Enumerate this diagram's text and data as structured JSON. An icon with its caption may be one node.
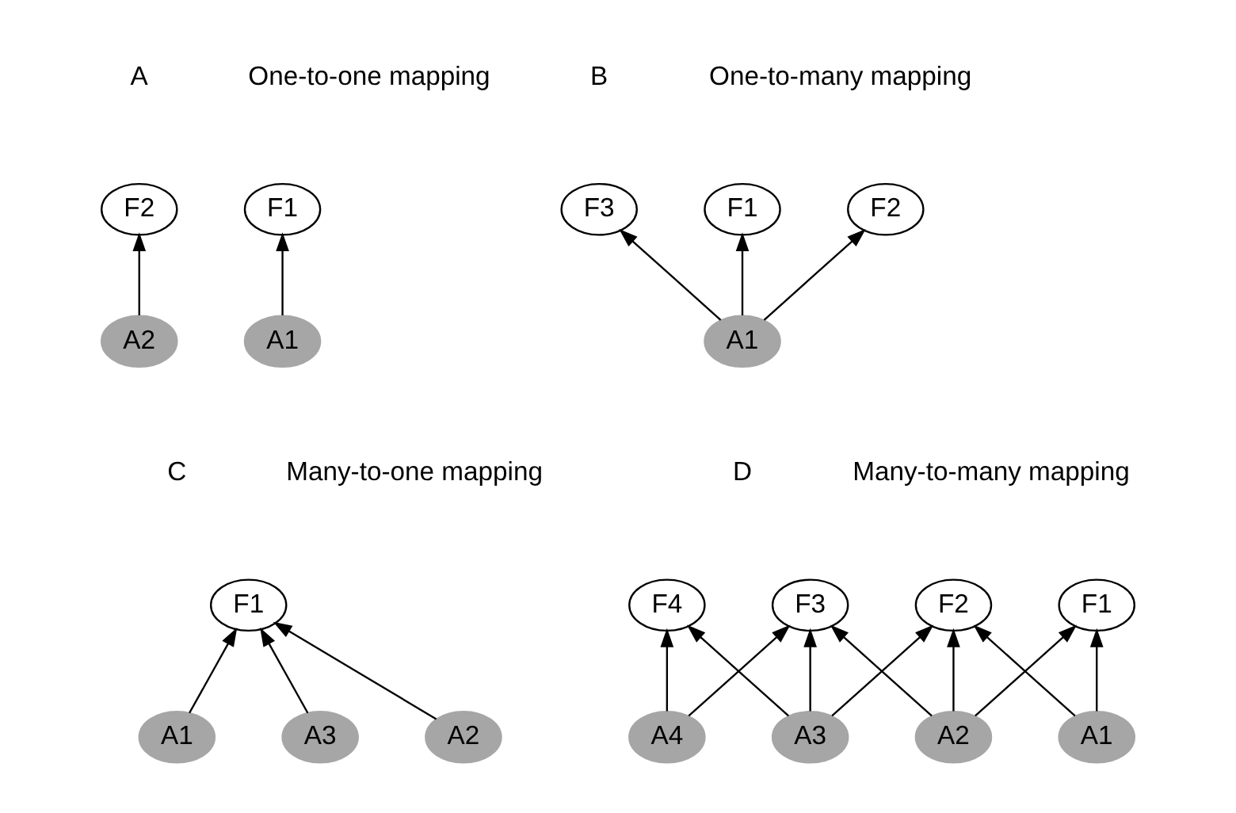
{
  "diagram": {
    "nodes": [
      {
        "text": [
          "F1"
        ]
      },
      {
        "text": [
          "F2"
        ]
      },
      {
        "text": [
          "A1"
        ]
      },
      {
        "text": [
          "A2"
        ]
      },
      {
        "text": [
          "F1"
        ]
      },
      {
        "text": [
          "F2"
        ]
      },
      {
        "text": [
          "F3"
        ]
      },
      {
        "text": [
          "A1"
        ]
      },
      {
        "text": [
          "F1"
        ]
      },
      {
        "text": [
          "A1"
        ]
      },
      {
        "text": [
          "A2"
        ]
      },
      {
        "text": [
          "A3"
        ]
      },
      {
        "text": [
          "F1"
        ]
      },
      {
        "text": [
          "F2"
        ]
      },
      {
        "text": [
          "F3"
        ]
      },
      {
        "text": [
          "F4"
        ]
      },
      {
        "text": [
          "A1"
        ]
      },
      {
        "text": [
          "A2"
        ]
      },
      {
        "text": [
          "A3"
        ]
      },
      {
        "text": [
          "A4"
        ]
      }
    ],
    "edges": [
      {
        "from": 2,
        "to": 0,
        "arrow": "to"
      },
      {
        "from": 3,
        "to": 1,
        "arrow": "to"
      },
      {
        "from": 7,
        "to": 4,
        "arrow": "to"
      },
      {
        "from": 7,
        "to": 5,
        "arrow": "to"
      },
      {
        "from": 7,
        "to": 6,
        "arrow": "to"
      },
      {
        "from": 9,
        "to": 8,
        "arrow": "to"
      },
      {
        "from": 10,
        "to": 8,
        "arrow": "to"
      },
      {
        "from": 11,
        "to": 8,
        "arrow": "to"
      },
      {
        "from": 16,
        "to": 12,
        "arrow": "to"
      },
      {
        "from": 16,
        "to": 13,
        "arrow": "to"
      },
      {
        "from": 17,
        "to": 12,
        "arrow": "to"
      },
      {
        "from": 17,
        "to": 13,
        "arrow": "to"
      },
      {
        "from": 17,
        "to": 14,
        "arrow": "to"
      },
      {
        "from": 18,
        "to": 13,
        "arrow": "to"
      },
      {
        "from": 18,
        "to": 14,
        "arrow": "to"
      },
      {
        "from": 18,
        "to": 15,
        "arrow": "to"
      },
      {
        "from": 19,
        "to": 14,
        "arrow": "to"
      },
      {
        "from": 19,
        "to": 15,
        "arrow": "to"
      }
    ],
    "labels": [
      "A",
      "One-to-one mapping",
      "B",
      "One-to-many mapping",
      "C",
      "Many-to-one mapping",
      "D",
      "Many-to-many mapping"
    ]
  }
}
